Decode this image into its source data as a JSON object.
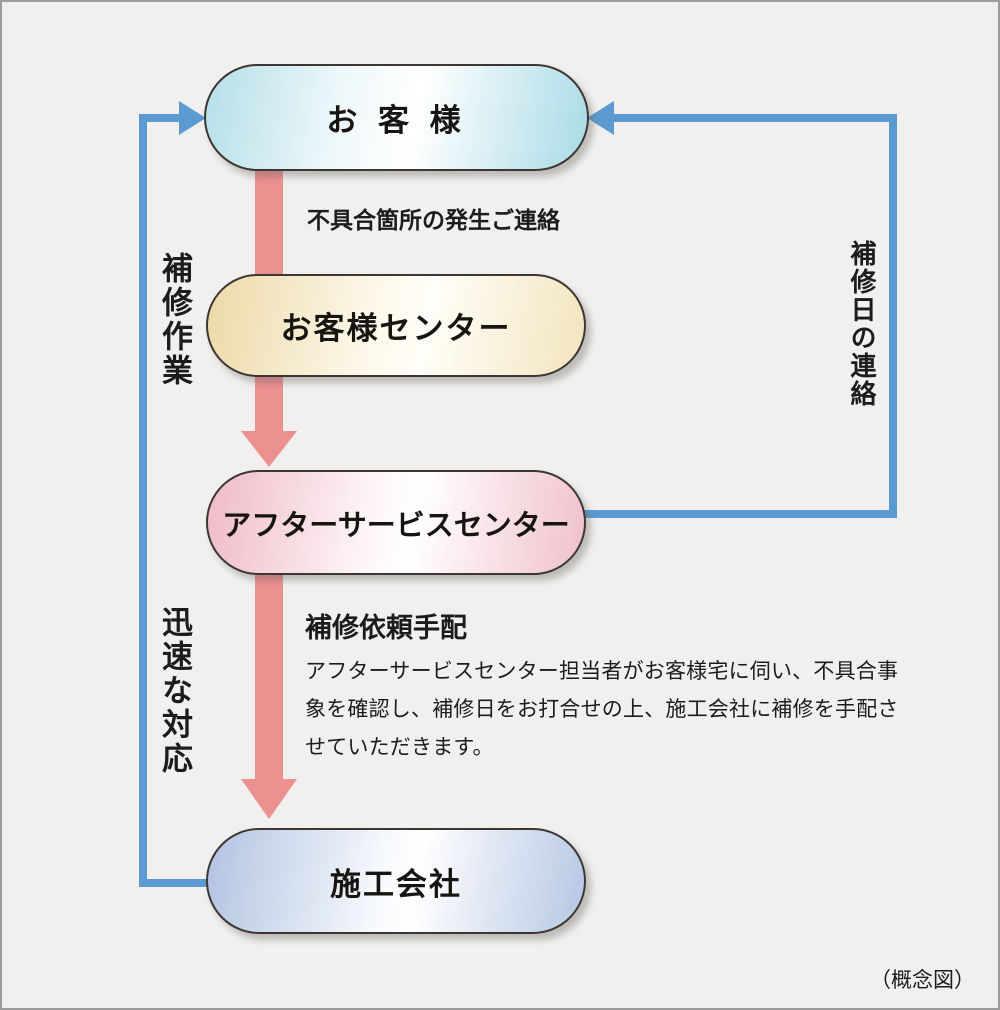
{
  "diagram": {
    "title_caption": "（概念図）",
    "nodes": [
      {
        "id": "customer",
        "label": "お 客 様"
      },
      {
        "id": "customer-center",
        "label": "お客様センター"
      },
      {
        "id": "after-service-center",
        "label": "アフターサービスセンター"
      },
      {
        "id": "construction-company",
        "label": "施工会社"
      }
    ],
    "flow_labels": {
      "defect_report": "不具合箇所の発生ご連絡",
      "repair_request": "補修依頼手配",
      "repair_work": "補修作業",
      "prompt_response": "迅速な対応",
      "repair_date_contact": "補修日の連絡"
    },
    "description": "アフターサービスセンター担当者がお客様宅に伺い、不具合事象を確認し、補修日をお打合せの上、施工会社に補修を手配させていただきます。",
    "colors": {
      "background": "#f1f0ee",
      "flow_arrow_pink": "#ec9090",
      "connector_blue": "#5b9bd1",
      "node_customer_edge": "#aedde7",
      "node_center_edge": "#ecd9a7",
      "node_after_edge": "#efbac6",
      "node_construction_edge": "#b4c5e2",
      "node_border": "#3d3733",
      "text": "#1c1c1c"
    }
  }
}
